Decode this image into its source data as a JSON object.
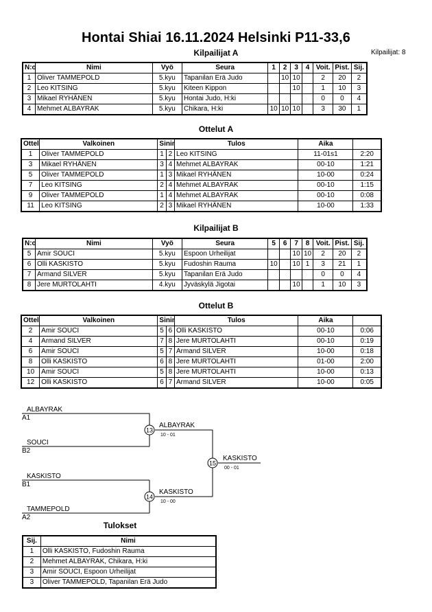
{
  "title": "Hontai Shiai  16.11.2024  Helsinki   P11-33,6",
  "competitor_count": "Kilpailijat: 8",
  "pool_a": {
    "title": "Kilpailijat A",
    "headers": [
      "N:o",
      "Nimi",
      "Vyö",
      "Seura",
      "1",
      "2",
      "3",
      "4",
      "Voit.",
      "Pist.",
      "Sij."
    ],
    "rows": [
      [
        "1",
        "Oliver TAMMEPOLD",
        "5.kyu",
        "Tapanilan Erä Judo",
        "",
        "10",
        "10",
        "",
        "2",
        "20",
        "2"
      ],
      [
        "2",
        "Leo KITSING",
        "5.kyu",
        "Kiteen Kippon",
        "",
        "",
        "10",
        "",
        "1",
        "10",
        "3"
      ],
      [
        "3",
        "Mikael RYHÄNEN",
        "5.kyu",
        "Hontai Judo, H:ki",
        "",
        "",
        "",
        "",
        "0",
        "0",
        "4"
      ],
      [
        "4",
        "Mehmet ALBAYRAK",
        "5.kyu",
        "Chikara, H:ki",
        "10",
        "10",
        "10",
        "",
        "3",
        "30",
        "1"
      ]
    ]
  },
  "matches_a": {
    "title": "Ottelut A",
    "headers": [
      "Ottelu",
      "Valkoinen",
      "Sininen",
      "Tulos",
      "Aika"
    ],
    "rows": [
      [
        "1",
        "Oliver TAMMEPOLD",
        "1",
        "2",
        "Leo KITSING",
        "11-01s1",
        "2:20"
      ],
      [
        "3",
        "Mikael RYHÄNEN",
        "3",
        "4",
        "Mehmet ALBAYRAK",
        "00-10",
        "1:21"
      ],
      [
        "5",
        "Oliver TAMMEPOLD",
        "1",
        "3",
        "Mikael RYHÄNEN",
        "10-00",
        "0:24"
      ],
      [
        "7",
        "Leo KITSING",
        "2",
        "4",
        "Mehmet ALBAYRAK",
        "00-10",
        "1:15"
      ],
      [
        "9",
        "Oliver TAMMEPOLD",
        "1",
        "4",
        "Mehmet ALBAYRAK",
        "00-10",
        "0:08"
      ],
      [
        "11",
        "Leo KITSING",
        "2",
        "3",
        "Mikael RYHÄNEN",
        "10-00",
        "1:33"
      ]
    ]
  },
  "pool_b": {
    "title": "Kilpailijat B",
    "headers": [
      "N:o",
      "Nimi",
      "Vyö",
      "Seura",
      "5",
      "6",
      "7",
      "8",
      "Voit.",
      "Pist.",
      "Sij."
    ],
    "rows": [
      [
        "5",
        "Amir SOUCI",
        "5.kyu",
        "Espoon Urheilijat",
        "",
        "",
        "10",
        "10",
        "2",
        "20",
        "2"
      ],
      [
        "6",
        "Olli KASKISTO",
        "5.kyu",
        "Fudoshin Rauma",
        "10",
        "",
        "10",
        "1",
        "3",
        "21",
        "1"
      ],
      [
        "7",
        "Armand SILVER",
        "5.kyu",
        "Tapanilan Erä Judo",
        "",
        "",
        "",
        "",
        "0",
        "0",
        "4"
      ],
      [
        "8",
        "Jere MURTOLAHTI",
        "4.kyu",
        "Jyväskylä Jigotai",
        "",
        "",
        "10",
        "",
        "1",
        "10",
        "3"
      ]
    ]
  },
  "matches_b": {
    "title": "Ottelut B",
    "headers": [
      "Ottelu",
      "Valkoinen",
      "Sininen",
      "Tulos",
      "Aika"
    ],
    "rows": [
      [
        "2",
        "Amir SOUCI",
        "5",
        "6",
        "Olli KASKISTO",
        "00-10",
        "0:06"
      ],
      [
        "4",
        "Armand SILVER",
        "7",
        "8",
        "Jere MURTOLAHTI",
        "00-10",
        "0:19"
      ],
      [
        "6",
        "Amir SOUCI",
        "5",
        "7",
        "Armand SILVER",
        "10-00",
        "0:18"
      ],
      [
        "8",
        "Olli KASKISTO",
        "6",
        "8",
        "Jere MURTOLAHTI",
        "01-00",
        "2:00"
      ],
      [
        "10",
        "Amir SOUCI",
        "5",
        "8",
        "Jere MURTOLAHTI",
        "10-00",
        "0:13"
      ],
      [
        "12",
        "Olli KASKISTO",
        "6",
        "7",
        "Armand SILVER",
        "10-00",
        "0:05"
      ]
    ]
  },
  "bracket": {
    "entries": [
      {
        "name": "ALBAYRAK",
        "seed": "A1"
      },
      {
        "name": "SOUCI",
        "seed": "B2"
      },
      {
        "name": "KASKISTO",
        "seed": "B1"
      },
      {
        "name": "TAMMEPOLD",
        "seed": "A2"
      }
    ],
    "semis": [
      {
        "number": "13",
        "winner": "ALBAYRAK",
        "score": "10 - 01"
      },
      {
        "number": "14",
        "winner": "KASKISTO",
        "score": "10 - 00"
      }
    ],
    "final": {
      "number": "15",
      "winner": "KASKISTO",
      "score": "00 - 01"
    }
  },
  "results": {
    "title": "Tulokset",
    "headers": [
      "Sij.",
      "Nimi"
    ],
    "rows": [
      [
        "1",
        "Olli KASKISTO, Fudoshin Rauma"
      ],
      [
        "2",
        "Mehmet ALBAYRAK, Chikara, H:ki"
      ],
      [
        "3",
        "Amir SOUCI, Espoon Urheilijat"
      ],
      [
        "3",
        "Oliver TAMMEPOLD, Tapanilan Erä Judo"
      ]
    ]
  }
}
